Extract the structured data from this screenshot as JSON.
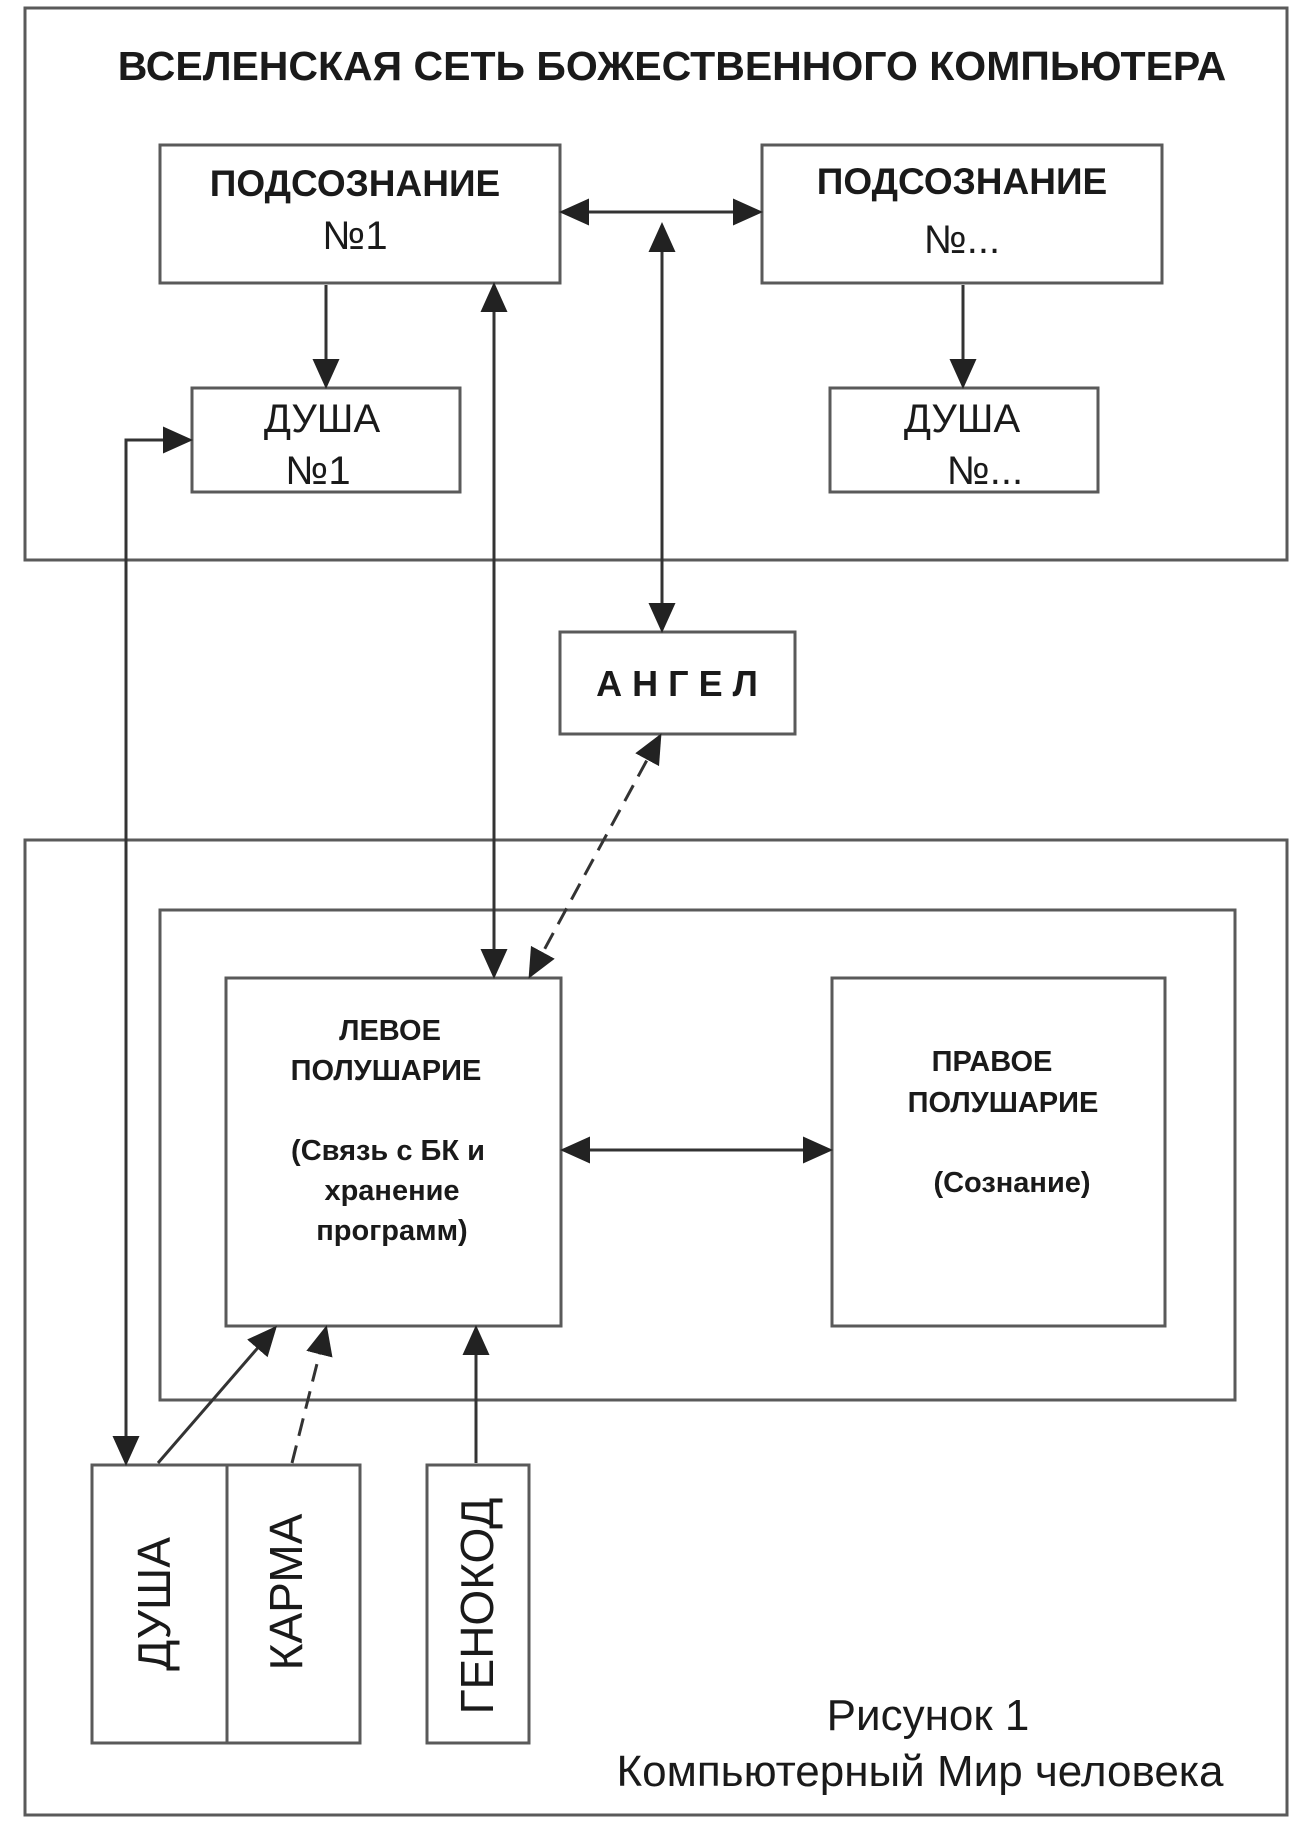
{
  "title": "ВСЕЛЕНСКАЯ СЕТЬ БОЖЕСТВЕННОГО КОМПЬЮТЕРА",
  "subconscious_1": {
    "line1": "ПОДСОЗНАНИЕ",
    "line2": "№1"
  },
  "subconscious_n": {
    "line1": "ПОДСОЗНАНИЕ",
    "line2": "№..."
  },
  "soul_1": {
    "line1": "ДУША",
    "line2": "№1"
  },
  "soul_n": {
    "line1": "ДУША",
    "line2": "№..."
  },
  "angel": "А Н Г Е Л",
  "left_hemisphere": {
    "line1": "ЛЕВОЕ",
    "line2": "ПОЛУШАРИЕ",
    "line3": "(Связь с БК и",
    "line4": "хранение",
    "line5": "программ)"
  },
  "right_hemisphere": {
    "line1": "ПРАВОЕ",
    "line2": "ПОЛУШАРИЕ",
    "line3": "(Сознание)"
  },
  "bottom_boxes": {
    "soul": "ДУША",
    "karma": "КАРМА",
    "genocode": "ГЕНОКОД"
  },
  "caption": {
    "line1": "Рисунок 1",
    "line2": "Компьютерный Мир человека"
  }
}
